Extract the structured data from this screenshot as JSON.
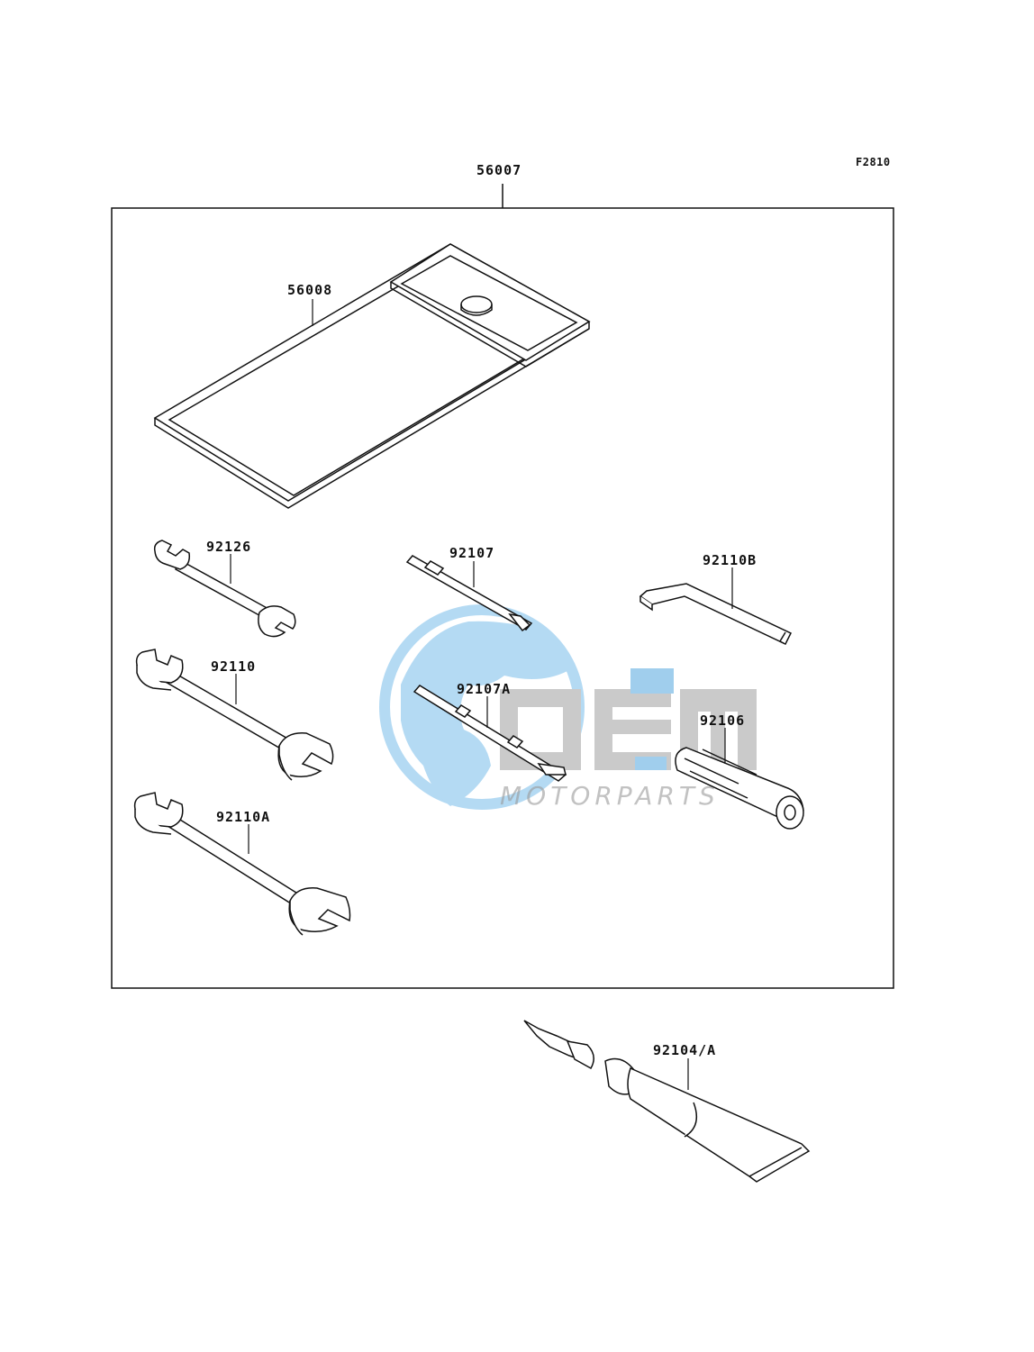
{
  "diagram_code": "F2810",
  "labels": {
    "kit": "56007",
    "case": "56008",
    "wrench_small": "92126",
    "screwdriver_phillips": "92107",
    "hex_key": "92110B",
    "wrench_medium": "92110",
    "screwdriver_flat": "92107A",
    "extension_handle": "92106",
    "wrench_large": "92110A",
    "grease_tube": "92104/A"
  },
  "watermark": {
    "brand_text": "MOTORPARTS",
    "logo_letters": "OEM",
    "colors": {
      "globe": "#5aaee6",
      "letters_gray": "#8c8c8c",
      "letters_blue": "#2f95d8"
    }
  },
  "colors": {
    "line": "#111111",
    "background": "#ffffff"
  }
}
